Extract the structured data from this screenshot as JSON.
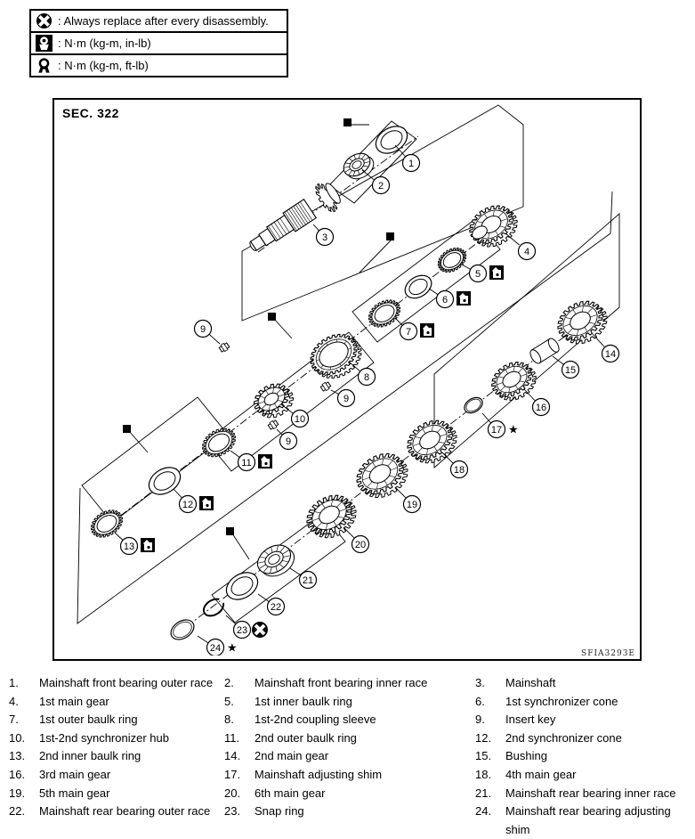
{
  "legend": {
    "rows": [
      {
        "icon": "replace-icon",
        "label": ": Always replace after every disassembly."
      },
      {
        "icon": "torque-in-lb-icon",
        "label": ": N·m (kg-m, in-lb)"
      },
      {
        "icon": "torque-ft-lb-icon",
        "label": ": N·m (kg-m, ft-lb)"
      }
    ]
  },
  "diagram": {
    "section_label": "SEC. 322",
    "figure_code": "SFIA3293E",
    "symbols": {
      "star": "★"
    },
    "callouts": [
      {
        "label": "1",
        "symbol": null
      },
      {
        "label": "2",
        "symbol": null
      },
      {
        "label": "3",
        "symbol": null
      },
      {
        "label": "4",
        "symbol": null
      },
      {
        "label": "5",
        "symbol": "oil"
      },
      {
        "label": "6",
        "symbol": "oil"
      },
      {
        "label": "7",
        "symbol": "oil"
      },
      {
        "label": "8",
        "symbol": null
      },
      {
        "label": "9",
        "symbol": null
      },
      {
        "label": "10",
        "symbol": null
      },
      {
        "label": "11",
        "symbol": "oil"
      },
      {
        "label": "12",
        "symbol": "oil"
      },
      {
        "label": "13",
        "symbol": "oil"
      },
      {
        "label": "14",
        "symbol": null
      },
      {
        "label": "15",
        "symbol": null
      },
      {
        "label": "16",
        "symbol": null
      },
      {
        "label": "17",
        "symbol": "star"
      },
      {
        "label": "18",
        "symbol": null
      },
      {
        "label": "19",
        "symbol": null
      },
      {
        "label": "20",
        "symbol": null
      },
      {
        "label": "21",
        "symbol": null
      },
      {
        "label": "22",
        "symbol": null
      },
      {
        "label": "23",
        "symbol": "replace"
      },
      {
        "label": "24",
        "symbol": "star"
      }
    ]
  },
  "parts": {
    "items": [
      {
        "num": "1.",
        "name": "Mainshaft front bearing outer race"
      },
      {
        "num": "2.",
        "name": "Mainshaft front bearing inner race"
      },
      {
        "num": "3.",
        "name": "Mainshaft"
      },
      {
        "num": "4.",
        "name": "1st main gear"
      },
      {
        "num": "5.",
        "name": "1st inner baulk ring"
      },
      {
        "num": "6.",
        "name": "1st synchronizer cone"
      },
      {
        "num": "7.",
        "name": "1st outer baulk ring"
      },
      {
        "num": "8.",
        "name": "1st-2nd coupling sleeve"
      },
      {
        "num": "9.",
        "name": "Insert key"
      },
      {
        "num": "10.",
        "name": "1st-2nd synchronizer hub"
      },
      {
        "num": "11.",
        "name": "2nd outer baulk ring"
      },
      {
        "num": "12.",
        "name": "2nd synchronizer cone"
      },
      {
        "num": "13.",
        "name": "2nd inner baulk ring"
      },
      {
        "num": "14.",
        "name": "2nd main gear"
      },
      {
        "num": "15.",
        "name": "Bushing"
      },
      {
        "num": "16.",
        "name": "3rd main gear"
      },
      {
        "num": "17.",
        "name": "Mainshaft adjusting shim"
      },
      {
        "num": "18.",
        "name": "4th main gear"
      },
      {
        "num": "19.",
        "name": "5th main gear"
      },
      {
        "num": "20.",
        "name": "6th main gear"
      },
      {
        "num": "21.",
        "name": "Mainshaft rear bearing inner race"
      },
      {
        "num": "22.",
        "name": "Mainshaft rear bearing outer race"
      },
      {
        "num": "23.",
        "name": "Snap ring"
      },
      {
        "num": "24.",
        "name": "Mainshaft rear bearing adjusting shim"
      }
    ]
  }
}
